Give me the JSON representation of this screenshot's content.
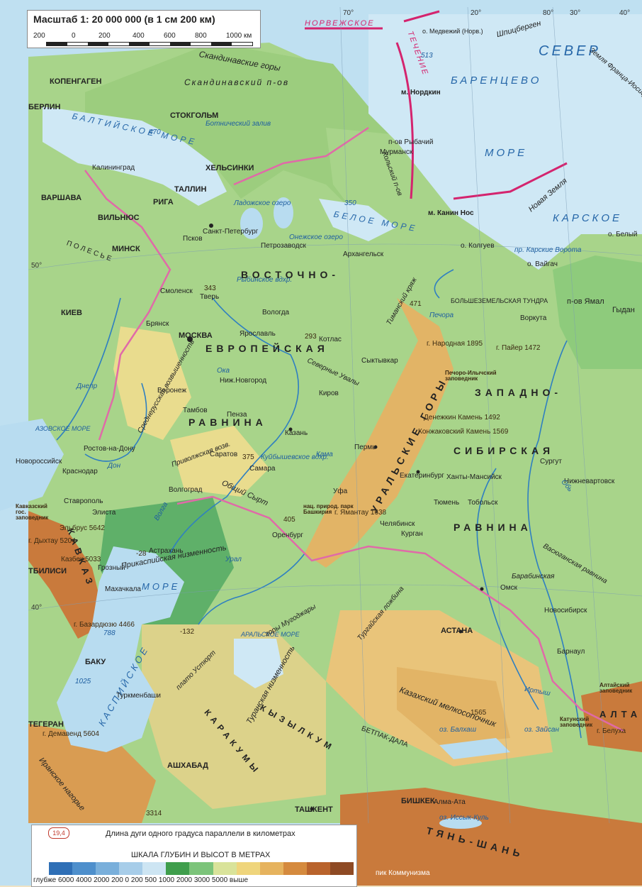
{
  "colors": {
    "sea_deep": "#b8dcf0",
    "sea_shallow": "#d6ecf7",
    "lowland": "#7cc47a",
    "plain": "#a8d48a",
    "upland": "#e9dc8e",
    "highland": "#e2b466",
    "mountain": "#c97a3c",
    "border": "#e06aa8",
    "river": "#2f7fc1",
    "current": "#d4246e"
  },
  "scale": {
    "title": "Масштаб 1: 20 000 000 (в 1 см 200 км)",
    "ticks": [
      "200",
      "0",
      "200",
      "400",
      "600",
      "800",
      "1000 км"
    ]
  },
  "labels": {
    "sea_barents": "БАРЕНЦЕВО",
    "sea_more": "МОРЕ",
    "sea_north": "СЕВЕР",
    "sea_kara": "КАРСКОЕ",
    "sea_baltic": "БАЛТИЙСКОЕ МОРЕ",
    "sea_white": "БЕЛОЕ МОРЕ",
    "sea_caspian": "КАСПИЙСКОЕ",
    "sea_caspian_more": "МОРЕ",
    "sea_azov": "АЗОВСКОЕ МОРЕ",
    "sea_aral": "АРАЛЬСКОЕ МОРЕ",
    "current_norway": "НОРВЕЖСКОЕ",
    "current_flow": "ТЕЧЕНИЕ",
    "region_east_1": "ВОСТОЧНО-",
    "region_east_2": "ЕВРОПЕЙСКАЯ",
    "region_east_3": "РАВНИНА",
    "region_ural": "УРАЛЬСКИЕ ГОРЫ",
    "region_west_1": "ЗАПАДНО-",
    "region_west_2": "СИБИРСКАЯ",
    "region_west_3": "РАВНИНА",
    "region_caucasus": "КАВКАЗ",
    "region_karakum": "КАРАКУМЫ",
    "region_kyzylkum": "КЫЗЫЛКУМ",
    "region_melkosopochnik": "Казахский мелкосопочник",
    "region_turan": "Туранская низменность",
    "region_prikaspiy": "Прикаспийская низменность",
    "region_tyanshan": "ТЯНЬ-ШАНЬ",
    "region_altai": "АЛТАЙ",
    "peninsula_scand": "Скандинавский п-ов",
    "mountains_scand": "Скандинавские горы",
    "plateau_ustyurt": "плато Устюрт",
    "iran_upland": "Иранское нагорье",
    "vasyugan": "Васюганская равнина",
    "barabinsk": "Барабинская",
    "turgai": "Тургайская ложбина",
    "obshchy_syrt": "Общий Сырт",
    "privolzh": "Приволжская возв.",
    "sredneruss": "Среднерусская возвышенность",
    "uvaly": "Северные Увалы",
    "timan": "Тиманский кряж",
    "betpak": "БЕТПАК-ДАЛА",
    "mugodzhary": "горы Мугоджары",
    "polese": "ПОЛЕСЬЕ",
    "kola": "Кольский п-ов",
    "yamal": "п-ов Ямал",
    "gydan": "Гыдан",
    "spitsbergen": "Шпицберген",
    "novaya_zemlya": "Новая Земля",
    "bolshezem": "БОЛЬШЕЗЕМЕЛЬСКАЯ ТУНДРА",
    "franz": "Земля Франца-Иосифа"
  },
  "cities": {
    "moskva": "МОСКВА",
    "spb": "Санкт-Петербург",
    "helsinki": "ХЕЛЬСИНКИ",
    "stockholm": "СТОКГОЛЬМ",
    "kopengagen": "КОПЕНГАГЕН",
    "berlin": "БЕРЛИН",
    "warszawa": "ВАРШАВА",
    "vilnius": "ВИЛЬНЮС",
    "minsk": "МИНСК",
    "kiev": "КИЕВ",
    "riga": "РИГА",
    "tallin": "ТАЛЛИН",
    "kaliningrad": "Калининград",
    "murmansk": "Мурманск",
    "arkhangelsk": "Архангельск",
    "petrozavodsk": "Петрозаводск",
    "vologda": "Вологда",
    "yaroslavl": "Ярославль",
    "n_novgorod": "Ниж.Новгород",
    "kazan": "Казань",
    "samara": "Самара",
    "saratov": "Саратов",
    "volgograd": "Волгоград",
    "astrakhan": "Астрахань",
    "rostov": "Ростов-на-Дону",
    "voronezh": "Воронеж",
    "ekaterinburg": "Екатеринбург",
    "chelyabinsk": "Челябинск",
    "ufa": "Уфа",
    "perm": "Пермь",
    "kirov": "Киров",
    "omsk": "Омск",
    "novosibirsk": "Новосибирск",
    "tyumen": "Тюмень",
    "tobolsk": "Тобольск",
    "khanty": "Ханты-Мансийск",
    "surgut": "Сургут",
    "nizhnevartovsk": "Нижневартовск",
    "vorkuta": "Воркута",
    "syktyvkar": "Сыктывкар",
    "kotlas": "Котлас",
    "pskov": "Псков",
    "tver": "Тверь",
    "smolensk": "Смоленск",
    "bryansk": "Брянск",
    "tambov": "Тамбов",
    "penza": "Пенза",
    "orenburg": "Оренбург",
    "kurgan": "Курган",
    "tbilisi": "ТБИЛИСИ",
    "baku": "БАКУ",
    "tegeran": "ТЕГЕРАН",
    "ashkhabad": "АШХАБАД",
    "tashkent": "ТАШКЕНТ",
    "bishkek": "БИШКЕК",
    "astana": "АСТАНА",
    "alma_ata": "Алма-Ата",
    "makhachkala": "Махачкала",
    "stavropol": "Ставрополь",
    "krasnodar": "Краснодар",
    "novorossiysk": "Новороссийск",
    "elista": "Элиста",
    "grozny": "Грозный",
    "barnaul": "Барнаул",
    "turkmenbashi": "Туркменбаши"
  },
  "peaks": {
    "elbrus": "Эльбрус 5642",
    "kazbek": "Казбек 5033",
    "dykhtau": "г. Дыхтау 5204",
    "bazardyuzyu": "г. Базардюзю 4466",
    "narodnaya": "г. Народная 1895",
    "payer": "г. Пайер 1472",
    "denezhkin": "Денежкин Камень 1492",
    "konzhakovsky": "Конжаковский Камень 1569",
    "yamantau": "г. Ямантау 1638",
    "belukha": "г. Белуха",
    "kommunizma": "пик Коммунизма",
    "damavend": "г. Демавенд 5604"
  },
  "water": {
    "ladoga": "Ладожское озеро",
    "onega": "Онежское озеро",
    "rybinsk": "Рыбинское вдхр.",
    "kuibyshev": "Куйбышевское вдхр.",
    "balkhash": "оз. Балхаш",
    "zaysan": "оз. Зайсан",
    "issyk": "оз. Иссык-Куль",
    "botn": "Ботнический залив",
    "volga": "Волга",
    "ob": "Обь",
    "irtysh": "Иртыш",
    "ural_r": "Урал",
    "don": "Дон",
    "dnepr": "Днепр",
    "pechora": "Печора",
    "kama": "Кама",
    "oka": "Ока",
    "karsk_vorota": "пр. Карские Ворота"
  },
  "islands": {
    "medvezhiy": "о. Медвежий (Норв.)",
    "kolguev": "о. Колгуев",
    "vaigach": "о. Вайгач",
    "belyi": "о. Белый",
    "rybachiy": "п-ов Рыбачий",
    "kanin": "м. Канин Нос",
    "nordkin": "м. Нордкин"
  },
  "depths": {
    "d513": "513",
    "d470": "470",
    "d350": "350",
    "d788": "788",
    "d1025": "1025",
    "dm28": "-28",
    "dm132": "-132",
    "h343": "343",
    "h293": "293",
    "h375": "375",
    "h405": "405",
    "h471": "471",
    "h1565": "1565",
    "h3314": "3314"
  },
  "meridians": [
    "20°",
    "70°",
    "80°",
    "30°",
    "40°",
    "50°",
    "40°"
  ],
  "reserves": {
    "pechoro": "Печоро-Илычский заповедник",
    "kavkaz": "Кавказский гос. заповедник",
    "bashkiria": "нац. природ. парк Башкирия",
    "altai": "Алтайский заповедник",
    "katun": "Катунский заповедник"
  },
  "legend": {
    "arc_badge": "19,4",
    "arc_text": "Длина дуги одного градуса параллели в километрах",
    "depth_title": "ШКАЛА ГЛУБИН И ВЫСОТ В МЕТРАХ",
    "depth_labels": "глубже 6000  4000  2000  200   0    200   500   1000  2000  3000  5000  выше",
    "swatches": [
      "#2f6fb6",
      "#4e8fcc",
      "#79afdb",
      "#a7cde9",
      "#cde5f3",
      "#3f9e4c",
      "#7cc47a",
      "#d9e39a",
      "#efd57c",
      "#e6b35e",
      "#d58a3e",
      "#b9632c",
      "#8e4a24"
    ]
  }
}
